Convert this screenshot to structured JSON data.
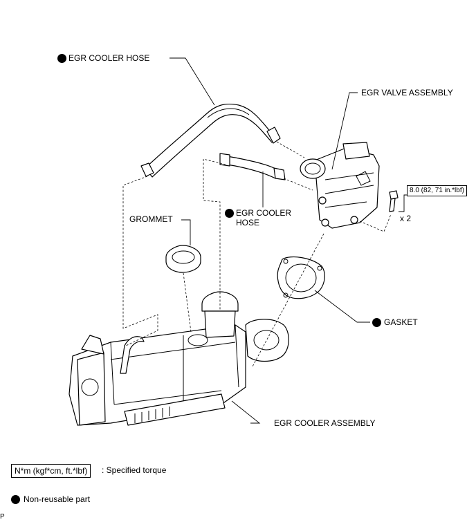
{
  "labels": {
    "egr_cooler_hose_upper": "EGR COOLER HOSE",
    "egr_valve_assembly": "EGR VALVE ASSEMBLY",
    "egr_cooler_hose_lower_line1": "EGR COOLER",
    "egr_cooler_hose_lower_line2": "HOSE",
    "grommet": "GROMMET",
    "gasket": "GASKET",
    "egr_cooler_assembly": "EGR COOLER ASSEMBLY"
  },
  "torque": {
    "value": "8.0 (82, 71 in.*lbf)",
    "quantity": "x 2"
  },
  "legend": {
    "torque_box": "N*m (kgf*cm, ft.*lbf)",
    "torque_text": ": Specified torque",
    "nonreusable_text": "Non-reusable part"
  },
  "corner_code": "P"
}
